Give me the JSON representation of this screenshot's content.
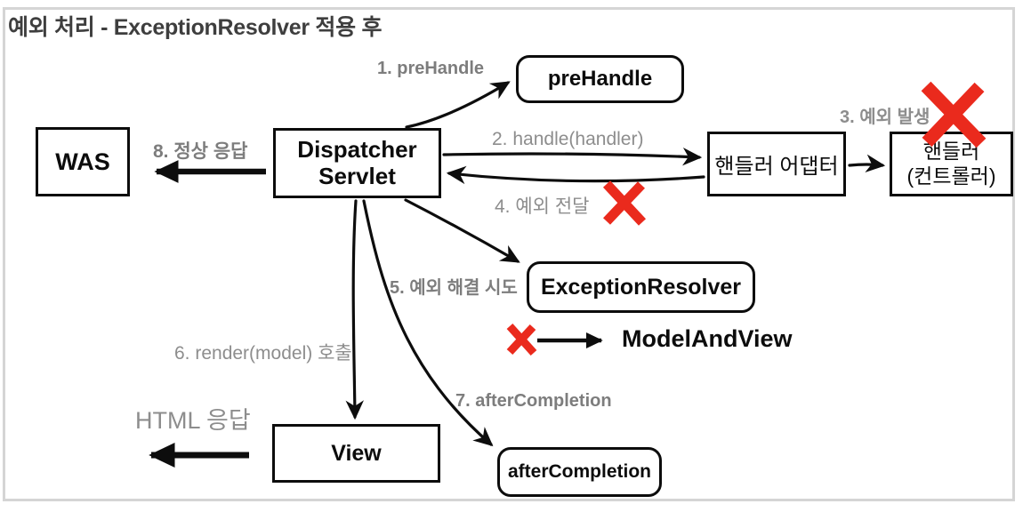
{
  "title": "예외 처리 - ExceptionResolver 적용 후",
  "boxes": {
    "was": {
      "label": "WAS"
    },
    "dispatcher_servlet": {
      "line1": "Dispatcher",
      "line2": "Servlet"
    },
    "pre_handle": {
      "label": "preHandle"
    },
    "handler_adapter": {
      "label": "핸들러 어댑터"
    },
    "handler": {
      "line1": "핸들러",
      "line2": "(컨트롤러)"
    },
    "exception_resolver": {
      "label": "ExceptionResolver"
    },
    "model_and_view": {
      "label": "ModelAndView"
    },
    "view": {
      "label": "View"
    },
    "after_completion": {
      "label": "afterCompletion"
    }
  },
  "flow_labels": {
    "step1": "1. preHandle",
    "step2": "2. handle(handler)",
    "step3": "3. 예외 발생",
    "step4": "4. 예외 전달",
    "step5": "5. 예외 해결 시도",
    "step6": "6. render(model) 호출",
    "step7": "7. afterCompletion",
    "step8": "8. 정상 응답",
    "html_response": "HTML 응답"
  },
  "icons": {
    "error_x": "✗"
  },
  "colors": {
    "accent_red": "#ea2a1d",
    "box_border": "#0c0c0c",
    "label_gray": "#8d8d8d",
    "label_gray_bold": "#7d7d7d",
    "title_color": "#3e3e3e",
    "frame_border": "#d5d5d5"
  }
}
